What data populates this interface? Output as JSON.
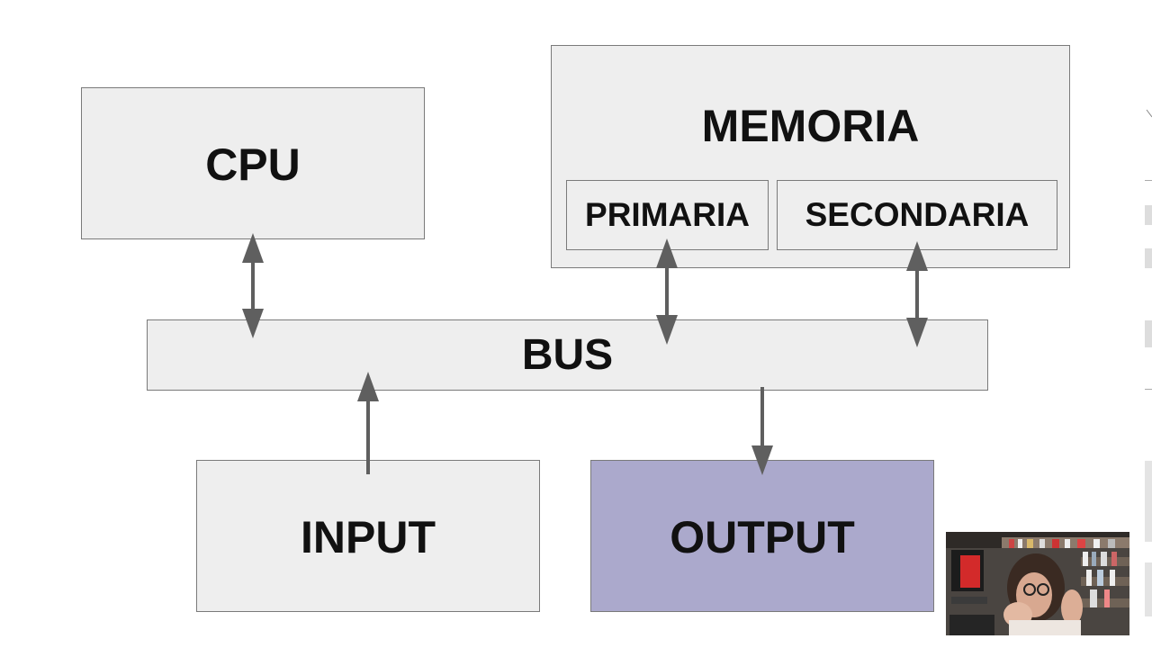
{
  "diagram": {
    "nodes": {
      "cpu": "CPU",
      "memoria": "MEMORIA",
      "primaria": "PRIMARIA",
      "secondaria": "SECONDARIA",
      "bus": "BUS",
      "input": "INPUT",
      "output": "OUTPUT"
    },
    "edges": [
      {
        "from": "cpu",
        "to": "bus",
        "direction": "both"
      },
      {
        "from": "primaria",
        "to": "bus",
        "direction": "both"
      },
      {
        "from": "secondaria",
        "to": "bus",
        "direction": "both"
      },
      {
        "from": "input",
        "to": "bus",
        "direction": "forward"
      },
      {
        "from": "bus",
        "to": "output",
        "direction": "forward"
      }
    ],
    "colors": {
      "box_fill": "#eeeeee",
      "box_border": "#7a7a7a",
      "output_fill": "#aba9cc",
      "arrow": "#5f5f5f"
    }
  },
  "overlay": {
    "webcam": "presenter-webcam-thumbnail"
  }
}
